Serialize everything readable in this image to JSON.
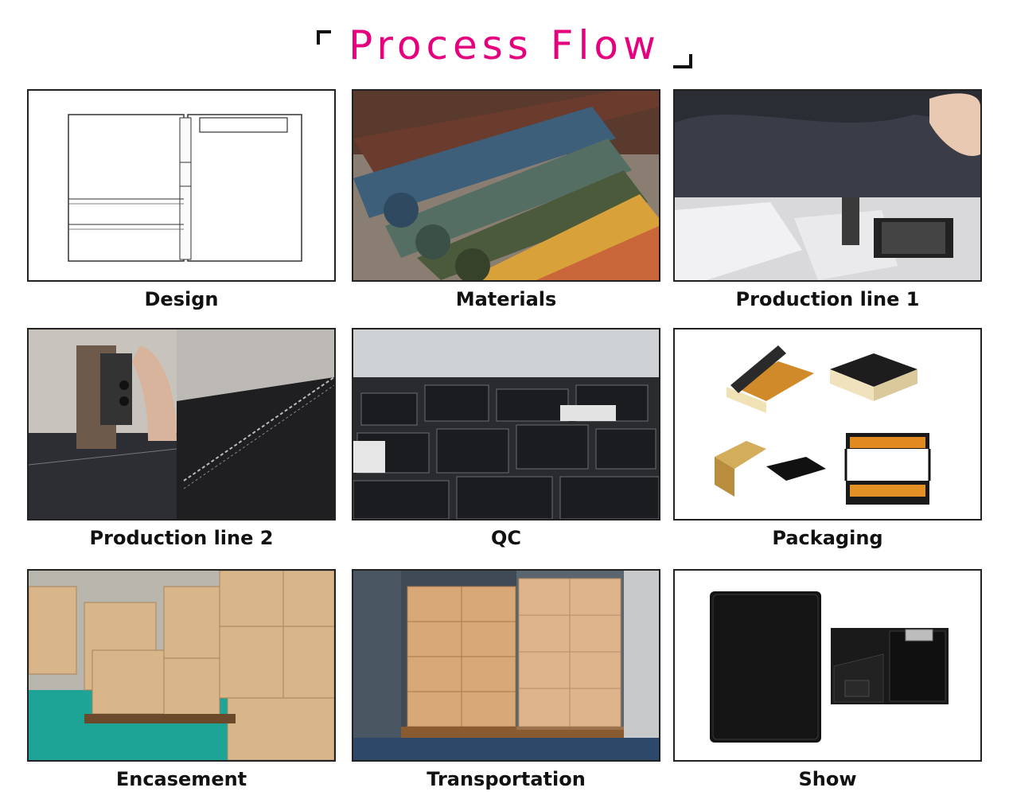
{
  "header": {
    "title": "Process Flow"
  },
  "colors": {
    "accent": "#e5007e"
  },
  "steps": [
    {
      "label": "Design",
      "icon": "sketch-drawing-image"
    },
    {
      "label": "Materials",
      "icon": "leather-rolls-image"
    },
    {
      "label": "Production line 1",
      "icon": "laser-cutting-image"
    },
    {
      "label": "Production line 2",
      "icon": "sewing-machine-image"
    },
    {
      "label": "QC",
      "icon": "product-stacks-image"
    },
    {
      "label": "Packaging",
      "icon": "gift-boxes-image"
    },
    {
      "label": "Encasement",
      "icon": "cartons-warehouse-image"
    },
    {
      "label": "Transportation",
      "icon": "container-loading-image"
    },
    {
      "label": "Show",
      "icon": "padfolio-product-image"
    }
  ]
}
